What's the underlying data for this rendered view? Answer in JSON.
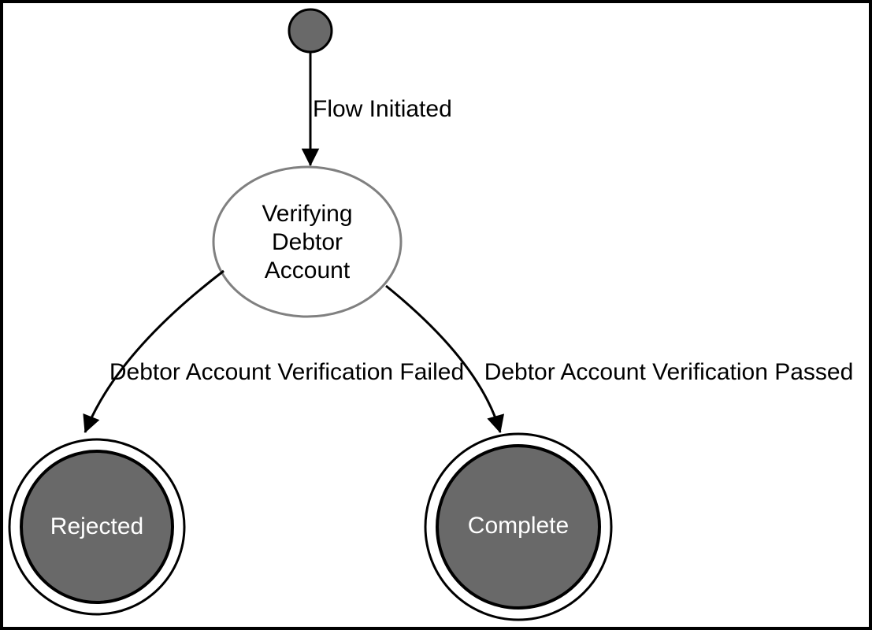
{
  "diagram": {
    "type": "state-machine",
    "colors": {
      "background": "#ffffff",
      "frame": "#000000",
      "node_fill": "#696969",
      "node_stroke": "#000000",
      "state_fill": "#ffffff",
      "state_stroke": "#808080",
      "edge": "#000000",
      "edge_label": "#000000",
      "final_label": "#ffffff"
    },
    "nodes": {
      "initial": {
        "kind": "initial-state"
      },
      "verifying": {
        "kind": "state",
        "label": "Verifying Debtor Account",
        "line1": "Verifying",
        "line2": "Debtor",
        "line3": "Account"
      },
      "rejected": {
        "kind": "final-state",
        "label": "Rejected"
      },
      "complete": {
        "kind": "final-state",
        "label": "Complete"
      }
    },
    "edges": {
      "initiated": {
        "from": "initial",
        "to": "verifying",
        "label": "Flow Initiated"
      },
      "failed": {
        "from": "verifying",
        "to": "rejected",
        "label": "Debtor Account Verification Failed"
      },
      "passed": {
        "from": "verifying",
        "to": "complete",
        "label": "Debtor Account Verification Passed"
      }
    }
  }
}
